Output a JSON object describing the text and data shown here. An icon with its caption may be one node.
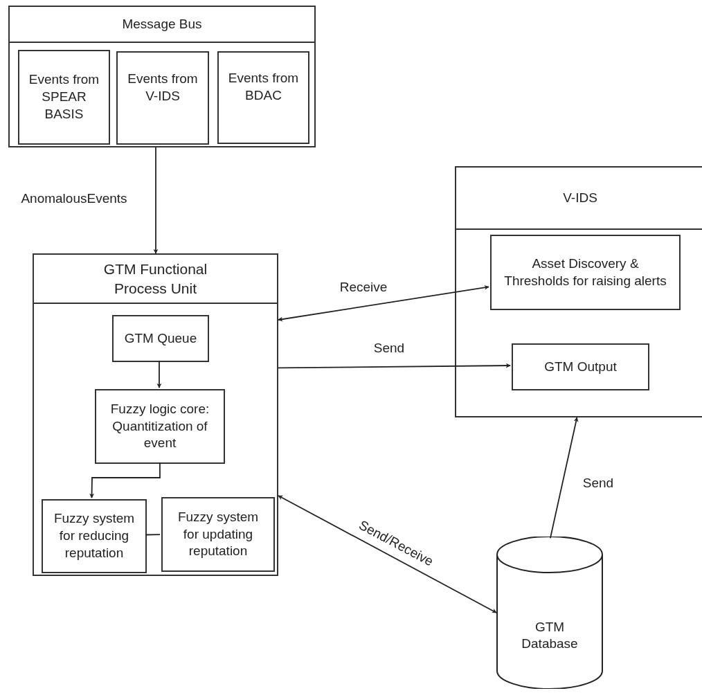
{
  "diagram": {
    "nodes": [
      {
        "text": [
          "Message Bus"
        ]
      },
      {
        "text": [
          "Events from SPEAR BASIS"
        ],
        "in": 0
      },
      {
        "text": [
          "Events from V-IDS"
        ],
        "in": 0
      },
      {
        "text": [
          "Events from BDAC"
        ],
        "in": 0
      },
      {
        "text": [
          "GTM Functional Process Unit"
        ]
      },
      {
        "text": [
          "GTM Queue"
        ],
        "in": 4
      },
      {
        "text": [
          "Fuzzy logic core: Quantitization of event"
        ],
        "in": 4
      },
      {
        "text": [
          "Fuzzy system for reducing reputation"
        ],
        "in": 4
      },
      {
        "text": [
          "Fuzzy system for updating reputation"
        ],
        "in": 4
      },
      {
        "text": [
          "V-IDS"
        ]
      },
      {
        "text": [
          "Asset Discovery & Thresholds for raising alerts"
        ],
        "in": 9
      },
      {
        "text": [
          "GTM Output"
        ],
        "in": 9
      },
      {
        "text": [
          "GTM Database"
        ]
      }
    ],
    "edges": [
      {
        "from": 0,
        "to": 4,
        "arrow": "to",
        "label": "AnomalousEvents"
      },
      {
        "from": 5,
        "to": 6,
        "arrow": "to"
      },
      {
        "from": 6,
        "to": 7,
        "arrow": "to"
      },
      {
        "from": 7,
        "to": 8,
        "arrow": "none"
      },
      {
        "from": 4,
        "to": 10,
        "arrow": "both",
        "label": "Receive"
      },
      {
        "from": 4,
        "to": 11,
        "arrow": "to",
        "label": "Send"
      },
      {
        "from": 12,
        "to": 9,
        "arrow": "to",
        "label": "Send"
      },
      {
        "from": 4,
        "to": 12,
        "arrow": "both",
        "label": "Send/Receive"
      }
    ]
  }
}
